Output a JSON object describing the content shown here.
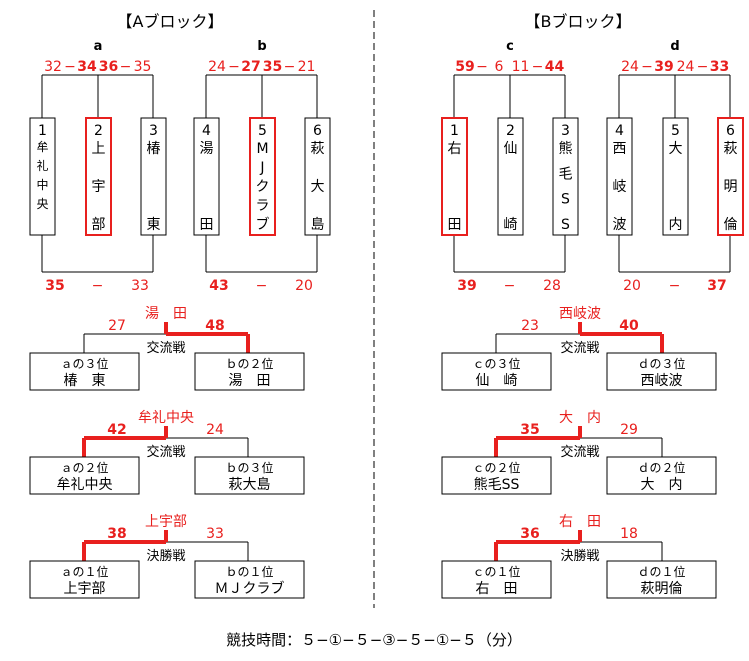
{
  "colors": {
    "winner": "#e8201e",
    "line": "#000000",
    "text": "#000000"
  },
  "blocks": [
    {
      "title": "【Aブロック】",
      "leagues": [
        {
          "name": "a",
          "top_scores": [
            {
              "left": "32",
              "dash": "−",
              "right": "34",
              "winner": "right"
            },
            {
              "left": "36",
              "dash": "−",
              "right": "35",
              "winner": "left"
            }
          ],
          "bottom_score": {
            "left": "35",
            "dash": "−",
            "right": "33",
            "winner": "left"
          },
          "teams": [
            {
              "num": "1",
              "name": [
                "牟",
                "礼",
                "中",
                "央"
              ],
              "highlight": false,
              "style": "compact"
            },
            {
              "num": "2",
              "name": [
                "上",
                "宇",
                "部"
              ],
              "highlight": true
            },
            {
              "num": "3",
              "name": [
                "椿",
                "東"
              ],
              "highlight": false
            }
          ]
        },
        {
          "name": "b",
          "top_scores": [
            {
              "left": "24",
              "dash": "−",
              "right": "27",
              "winner": "right"
            },
            {
              "left": "35",
              "dash": "−",
              "right": "21",
              "winner": "left"
            }
          ],
          "bottom_score": {
            "left": "43",
            "dash": "−",
            "right": "20",
            "winner": "left"
          },
          "teams": [
            {
              "num": "4",
              "name": [
                "湯",
                "田"
              ],
              "highlight": false
            },
            {
              "num": "5",
              "name": [
                "M",
                "J",
                "ク",
                "ラ",
                "ブ"
              ],
              "highlight": true
            },
            {
              "num": "6",
              "name": [
                "萩",
                "大",
                "島"
              ],
              "highlight": false
            }
          ]
        }
      ],
      "finals": [
        {
          "winner_name": "湯　田",
          "left_score": "27",
          "right_score": "48",
          "winner_side": "right",
          "label": "交流戦",
          "left_rank": "ａの３位",
          "left_team": "椿　東",
          "right_rank": "ｂの２位",
          "right_team": "湯　田"
        },
        {
          "winner_name": "牟礼中央",
          "left_score": "42",
          "right_score": "24",
          "winner_side": "left",
          "label": "交流戦",
          "left_rank": "ａの２位",
          "left_team": "牟礼中央",
          "right_rank": "ｂの３位",
          "right_team": "萩大島"
        },
        {
          "winner_name": "上宇部",
          "left_score": "38",
          "right_score": "33",
          "winner_side": "left",
          "label": "決勝戦",
          "left_rank": "ａの１位",
          "left_team": "上宇部",
          "right_rank": "ｂの１位",
          "right_team": "ＭＪクラブ"
        }
      ]
    },
    {
      "title": "【Bブロック】",
      "leagues": [
        {
          "name": "c",
          "top_scores": [
            {
              "left": "59",
              "dash": "−",
              "right": "6",
              "winner": "left"
            },
            {
              "left": "11",
              "dash": "−",
              "right": "44",
              "winner": "right"
            }
          ],
          "bottom_score": {
            "left": "39",
            "dash": "−",
            "right": "28",
            "winner": "left"
          },
          "teams": [
            {
              "num": "1",
              "name": [
                "右",
                "田"
              ],
              "highlight": true
            },
            {
              "num": "2",
              "name": [
                "仙",
                "崎"
              ],
              "highlight": false
            },
            {
              "num": "3",
              "name": [
                "熊",
                "毛",
                "S",
                "S"
              ],
              "highlight": false
            }
          ]
        },
        {
          "name": "d",
          "top_scores": [
            {
              "left": "24",
              "dash": "−",
              "right": "39",
              "winner": "right"
            },
            {
              "left": "24",
              "dash": "−",
              "right": "33",
              "winner": "right"
            }
          ],
          "bottom_score": {
            "left": "20",
            "dash": "−",
            "right": "37",
            "winner": "right"
          },
          "teams": [
            {
              "num": "4",
              "name": [
                "西",
                "岐",
                "波"
              ],
              "highlight": false
            },
            {
              "num": "5",
              "name": [
                "大",
                "内"
              ],
              "highlight": false
            },
            {
              "num": "6",
              "name": [
                "萩",
                "明",
                "倫"
              ],
              "highlight": true
            }
          ]
        }
      ],
      "finals": [
        {
          "winner_name": "西岐波",
          "left_score": "23",
          "right_score": "40",
          "winner_side": "right",
          "label": "交流戦",
          "left_rank": "ｃの３位",
          "left_team": "仙　崎",
          "right_rank": "ｄの３位",
          "right_team": "西岐波"
        },
        {
          "winner_name": "大　内",
          "left_score": "35",
          "right_score": "29",
          "winner_side": "left",
          "label": "交流戦",
          "left_rank": "ｃの２位",
          "left_team": "熊毛SS",
          "right_rank": "ｄの２位",
          "right_team": "大　内"
        },
        {
          "winner_name": "右　田",
          "left_score": "36",
          "right_score": "18",
          "winner_side": "left",
          "label": "決勝戦",
          "left_rank": "ｃの１位",
          "left_team": "右　田",
          "right_rank": "ｄの１位",
          "right_team": "萩明倫"
        }
      ]
    }
  ],
  "footer": "競技時間：５−①−５−③−５−①−５（分）"
}
